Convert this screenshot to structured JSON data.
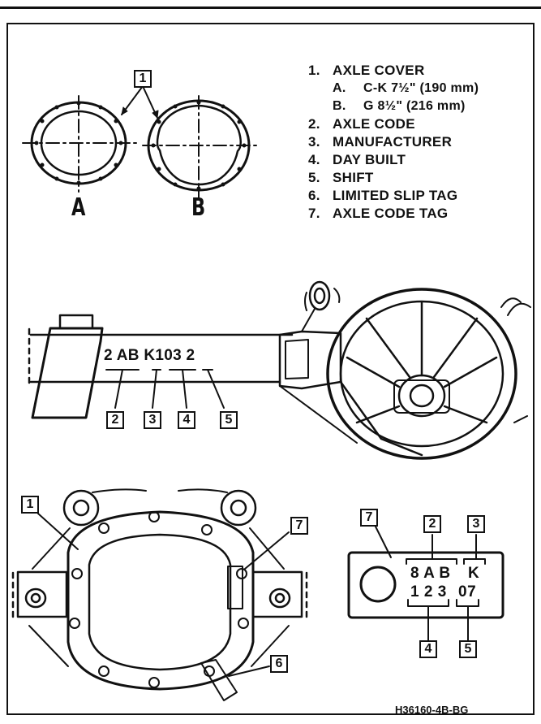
{
  "legend": {
    "item1": {
      "num": "1.",
      "label": "AXLE COVER"
    },
    "item1a": {
      "letter": "A.",
      "text": "C-K 7½\" (190 mm)"
    },
    "item1b": {
      "letter": "B.",
      "text": "G 8½\" (216 mm)"
    },
    "item2": {
      "num": "2.",
      "label": "AXLE CODE"
    },
    "item3": {
      "num": "3.",
      "label": "MANUFACTURER"
    },
    "item4": {
      "num": "4.",
      "label": "DAY BUILT"
    },
    "item5": {
      "num": "5.",
      "label": "SHIFT"
    },
    "item6": {
      "num": "6.",
      "label": "LIMITED SLIP TAG"
    },
    "item7": {
      "num": "7.",
      "label": "AXLE CODE TAG"
    }
  },
  "covers": {
    "letter_a": "A",
    "letter_b": "B"
  },
  "axle_code": "2 AB K103 2",
  "tag": {
    "line1_code": "8 A B",
    "line1_mfr": "K",
    "line2_day": "1 2 3",
    "line2_shift": "07"
  },
  "callouts": {
    "c1": "1",
    "c2": "2",
    "c3": "3",
    "c4": "4",
    "c5": "5",
    "c6": "6",
    "c7": "7"
  },
  "figure_id": "H36160-4B-BG"
}
